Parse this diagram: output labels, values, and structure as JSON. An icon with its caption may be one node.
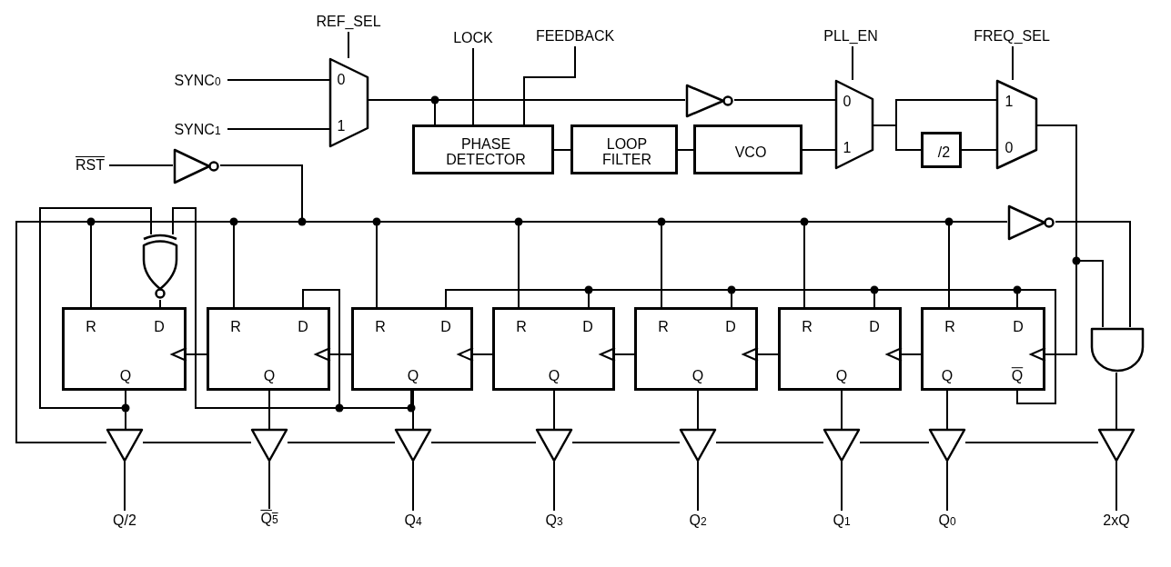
{
  "diagram": {
    "nodes": [
      {
        "text": [
          "REF_SEL"
        ]
      },
      {
        "text": [
          "LOCK"
        ]
      },
      {
        "text": [
          "FEEDBACK"
        ]
      },
      {
        "text": [
          "PLL_EN"
        ]
      },
      {
        "text": [
          "FREQ_SEL"
        ]
      },
      {
        "text": [
          "SYNC$_{0}$"
        ]
      },
      {
        "text": [
          "SYNC$_{1}$"
        ]
      },
      {
        "text": [
          "RST"
        ]
      },
      {
        "text": [
          "0",
          "1"
        ]
      },
      {
        "text": [],
        "shape": "triangle"
      },
      {
        "text": [
          "PHASE DETECTOR"
        ]
      },
      {
        "text": [
          "LOOP FILTER"
        ]
      },
      {
        "text": [
          "VCO"
        ]
      },
      {
        "text": [],
        "shape": "triangle"
      },
      {
        "text": [
          "0",
          "1"
        ]
      },
      {
        "text": [
          "/2"
        ]
      },
      {
        "text": [
          "1",
          "0"
        ]
      },
      {
        "text": [],
        "shape": "triangle"
      },
      {
        "text": [],
        "shape": "gate"
      },
      {
        "text": [
          "R",
          "D",
          "Q"
        ]
      },
      {
        "text": [
          "R",
          "D",
          "Q"
        ]
      },
      {
        "text": [
          "R",
          "D",
          "Q"
        ]
      },
      {
        "text": [
          "R",
          "D",
          "Q"
        ]
      },
      {
        "text": [
          "R",
          "D",
          "Q"
        ]
      },
      {
        "text": [
          "R",
          "D",
          "Q"
        ]
      },
      {
        "text": [
          "R",
          "D",
          "Q",
          "Q"
        ]
      },
      {
        "text": [],
        "shape": "gate"
      },
      {
        "text": [],
        "shape": "triangle"
      },
      {
        "text": [],
        "shape": "triangle"
      },
      {
        "text": [],
        "shape": "triangle"
      },
      {
        "text": [],
        "shape": "triangle"
      },
      {
        "text": [],
        "shape": "triangle"
      },
      {
        "text": [],
        "shape": "triangle"
      },
      {
        "text": [],
        "shape": "triangle"
      },
      {
        "text": [],
        "shape": "triangle"
      },
      {
        "text": [
          "Q/2"
        ]
      },
      {
        "text": [
          "Q$_{5}$"
        ]
      },
      {
        "text": [
          "Q$_{4}$"
        ]
      },
      {
        "text": [
          "Q$_{3}$"
        ]
      },
      {
        "text": [
          "Q$_{2}$"
        ]
      },
      {
        "text": [
          "Q$_{1}$"
        ]
      },
      {
        "text": [
          "Q$_{0}$"
        ]
      },
      {
        "text": [
          "2xQ"
        ]
      }
    ],
    "edges": [
      {
        "from": 5,
        "to": 8,
        "arrow": "none"
      },
      {
        "from": 6,
        "to": 8,
        "arrow": "none"
      },
      {
        "from": 0,
        "to": 8,
        "arrow": "none"
      },
      {
        "from": 7,
        "to": 9,
        "arrow": "none"
      },
      {
        "from": 8,
        "to": 13,
        "arrow": "none"
      },
      {
        "from": 8,
        "to": 10,
        "arrow": "none"
      },
      {
        "from": 1,
        "to": 10,
        "arrow": "none"
      },
      {
        "from": 2,
        "to": 10,
        "arrow": "none"
      },
      {
        "from": 10,
        "to": 11,
        "arrow": "none"
      },
      {
        "from": 11,
        "to": 12,
        "arrow": "none"
      },
      {
        "from": 12,
        "to": 14,
        "arrow": "none"
      },
      {
        "from": 13,
        "to": 14,
        "arrow": "none"
      },
      {
        "from": 3,
        "to": 14,
        "arrow": "none"
      },
      {
        "from": 14,
        "to": 16,
        "arrow": "none"
      },
      {
        "from": 14,
        "to": 15,
        "arrow": "none"
      },
      {
        "from": 15,
        "to": 16,
        "arrow": "none"
      },
      {
        "from": 4,
        "to": 16,
        "arrow": "none"
      },
      {
        "from": 16,
        "to": 25,
        "arrow": "to"
      },
      {
        "from": 16,
        "to": 26,
        "arrow": "none"
      },
      {
        "from": 9,
        "to": 19,
        "arrow": "none"
      },
      {
        "from": 9,
        "to": 20,
        "arrow": "none"
      },
      {
        "from": 9,
        "to": 21,
        "arrow": "none"
      },
      {
        "from": 9,
        "to": 22,
        "arrow": "none"
      },
      {
        "from": 9,
        "to": 23,
        "arrow": "none"
      },
      {
        "from": 9,
        "to": 24,
        "arrow": "none"
      },
      {
        "from": 9,
        "to": 25,
        "arrow": "none"
      },
      {
        "from": 9,
        "to": 17,
        "arrow": "none"
      },
      {
        "from": 9,
        "to": 27,
        "arrow": "none"
      },
      {
        "from": 27,
        "to": 28,
        "arrow": "none"
      },
      {
        "from": 28,
        "to": 29,
        "arrow": "none"
      },
      {
        "from": 29,
        "to": 30,
        "arrow": "none"
      },
      {
        "from": 30,
        "to": 31,
        "arrow": "none"
      },
      {
        "from": 31,
        "to": 32,
        "arrow": "none"
      },
      {
        "from": 32,
        "to": 33,
        "arrow": "none"
      },
      {
        "from": 33,
        "to": 34,
        "arrow": "none"
      },
      {
        "from": 17,
        "to": 26,
        "arrow": "none"
      },
      {
        "from": 20,
        "to": 19,
        "arrow": "to"
      },
      {
        "from": 21,
        "to": 20,
        "arrow": "to"
      },
      {
        "from": 22,
        "to": 21,
        "arrow": "to"
      },
      {
        "from": 23,
        "to": 22,
        "arrow": "to"
      },
      {
        "from": 24,
        "to": 23,
        "arrow": "to"
      },
      {
        "from": 25,
        "to": 24,
        "arrow": "to"
      },
      {
        "from": 25,
        "to": 21,
        "arrow": "none"
      },
      {
        "from": 25,
        "to": 22,
        "arrow": "none"
      },
      {
        "from": 25,
        "to": 23,
        "arrow": "none"
      },
      {
        "from": 25,
        "to": 24,
        "arrow": "none"
      },
      {
        "from": 25,
        "to": 25,
        "arrow": "none"
      },
      {
        "from": 21,
        "to": 20,
        "arrow": "none"
      },
      {
        "from": 21,
        "to": 18,
        "arrow": "none"
      },
      {
        "from": 19,
        "to": 18,
        "arrow": "none"
      },
      {
        "from": 18,
        "to": 19,
        "arrow": "none"
      },
      {
        "from": 19,
        "to": 27,
        "arrow": "none"
      },
      {
        "from": 20,
        "to": 28,
        "arrow": "none"
      },
      {
        "from": 21,
        "to": 29,
        "arrow": "none"
      },
      {
        "from": 22,
        "to": 30,
        "arrow": "none"
      },
      {
        "from": 23,
        "to": 31,
        "arrow": "none"
      },
      {
        "from": 24,
        "to": 32,
        "arrow": "none"
      },
      {
        "from": 25,
        "to": 33,
        "arrow": "none"
      },
      {
        "from": 26,
        "to": 34,
        "arrow": "none"
      },
      {
        "from": 27,
        "to": 35,
        "arrow": "none"
      },
      {
        "from": 28,
        "to": 36,
        "arrow": "none"
      },
      {
        "from": 29,
        "to": 37,
        "arrow": "none"
      },
      {
        "from": 30,
        "to": 38,
        "arrow": "none"
      },
      {
        "from": 31,
        "to": 39,
        "arrow": "none"
      },
      {
        "from": 32,
        "to": 40,
        "arrow": "none"
      },
      {
        "from": 33,
        "to": 41,
        "arrow": "none"
      },
      {
        "from": 34,
        "to": 42,
        "arrow": "none"
      }
    ]
  }
}
